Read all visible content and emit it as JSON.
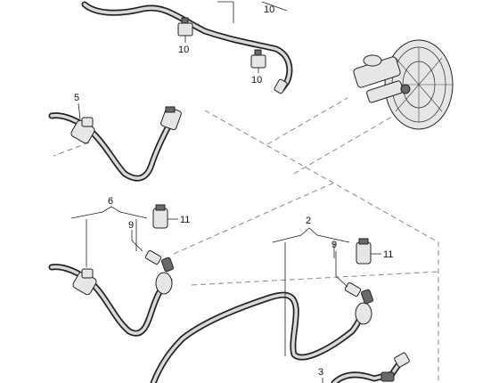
{
  "callouts": {
    "c10_top": "10",
    "c10_a": "10",
    "c10_b": "10",
    "c5": "5",
    "c6": "6",
    "c9_left": "9",
    "c11_left": "11",
    "c2": "2",
    "c9_right": "9",
    "c11_right": "11",
    "c3": "3"
  },
  "colors": {
    "hose_outline": "#222222",
    "hose_fill": "#d9d9d9",
    "dashed_line": "#7a8a96"
  }
}
